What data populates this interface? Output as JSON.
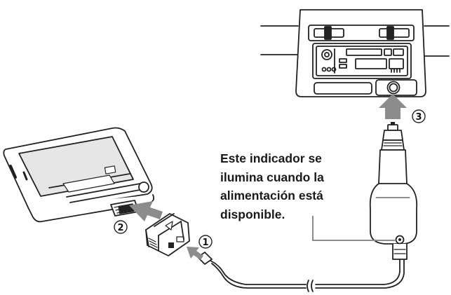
{
  "caption": {
    "lines": [
      "Este indicador se",
      "ilumina cuando la",
      "alimentación está",
      "disponible."
    ]
  },
  "steps": {
    "one": "1",
    "two": "2",
    "three": "3"
  },
  "colors": {
    "line": "#222222",
    "arrow": "#8c8c8c",
    "screen": "#e6e6e6",
    "callout_line": "#8c8c8c"
  }
}
